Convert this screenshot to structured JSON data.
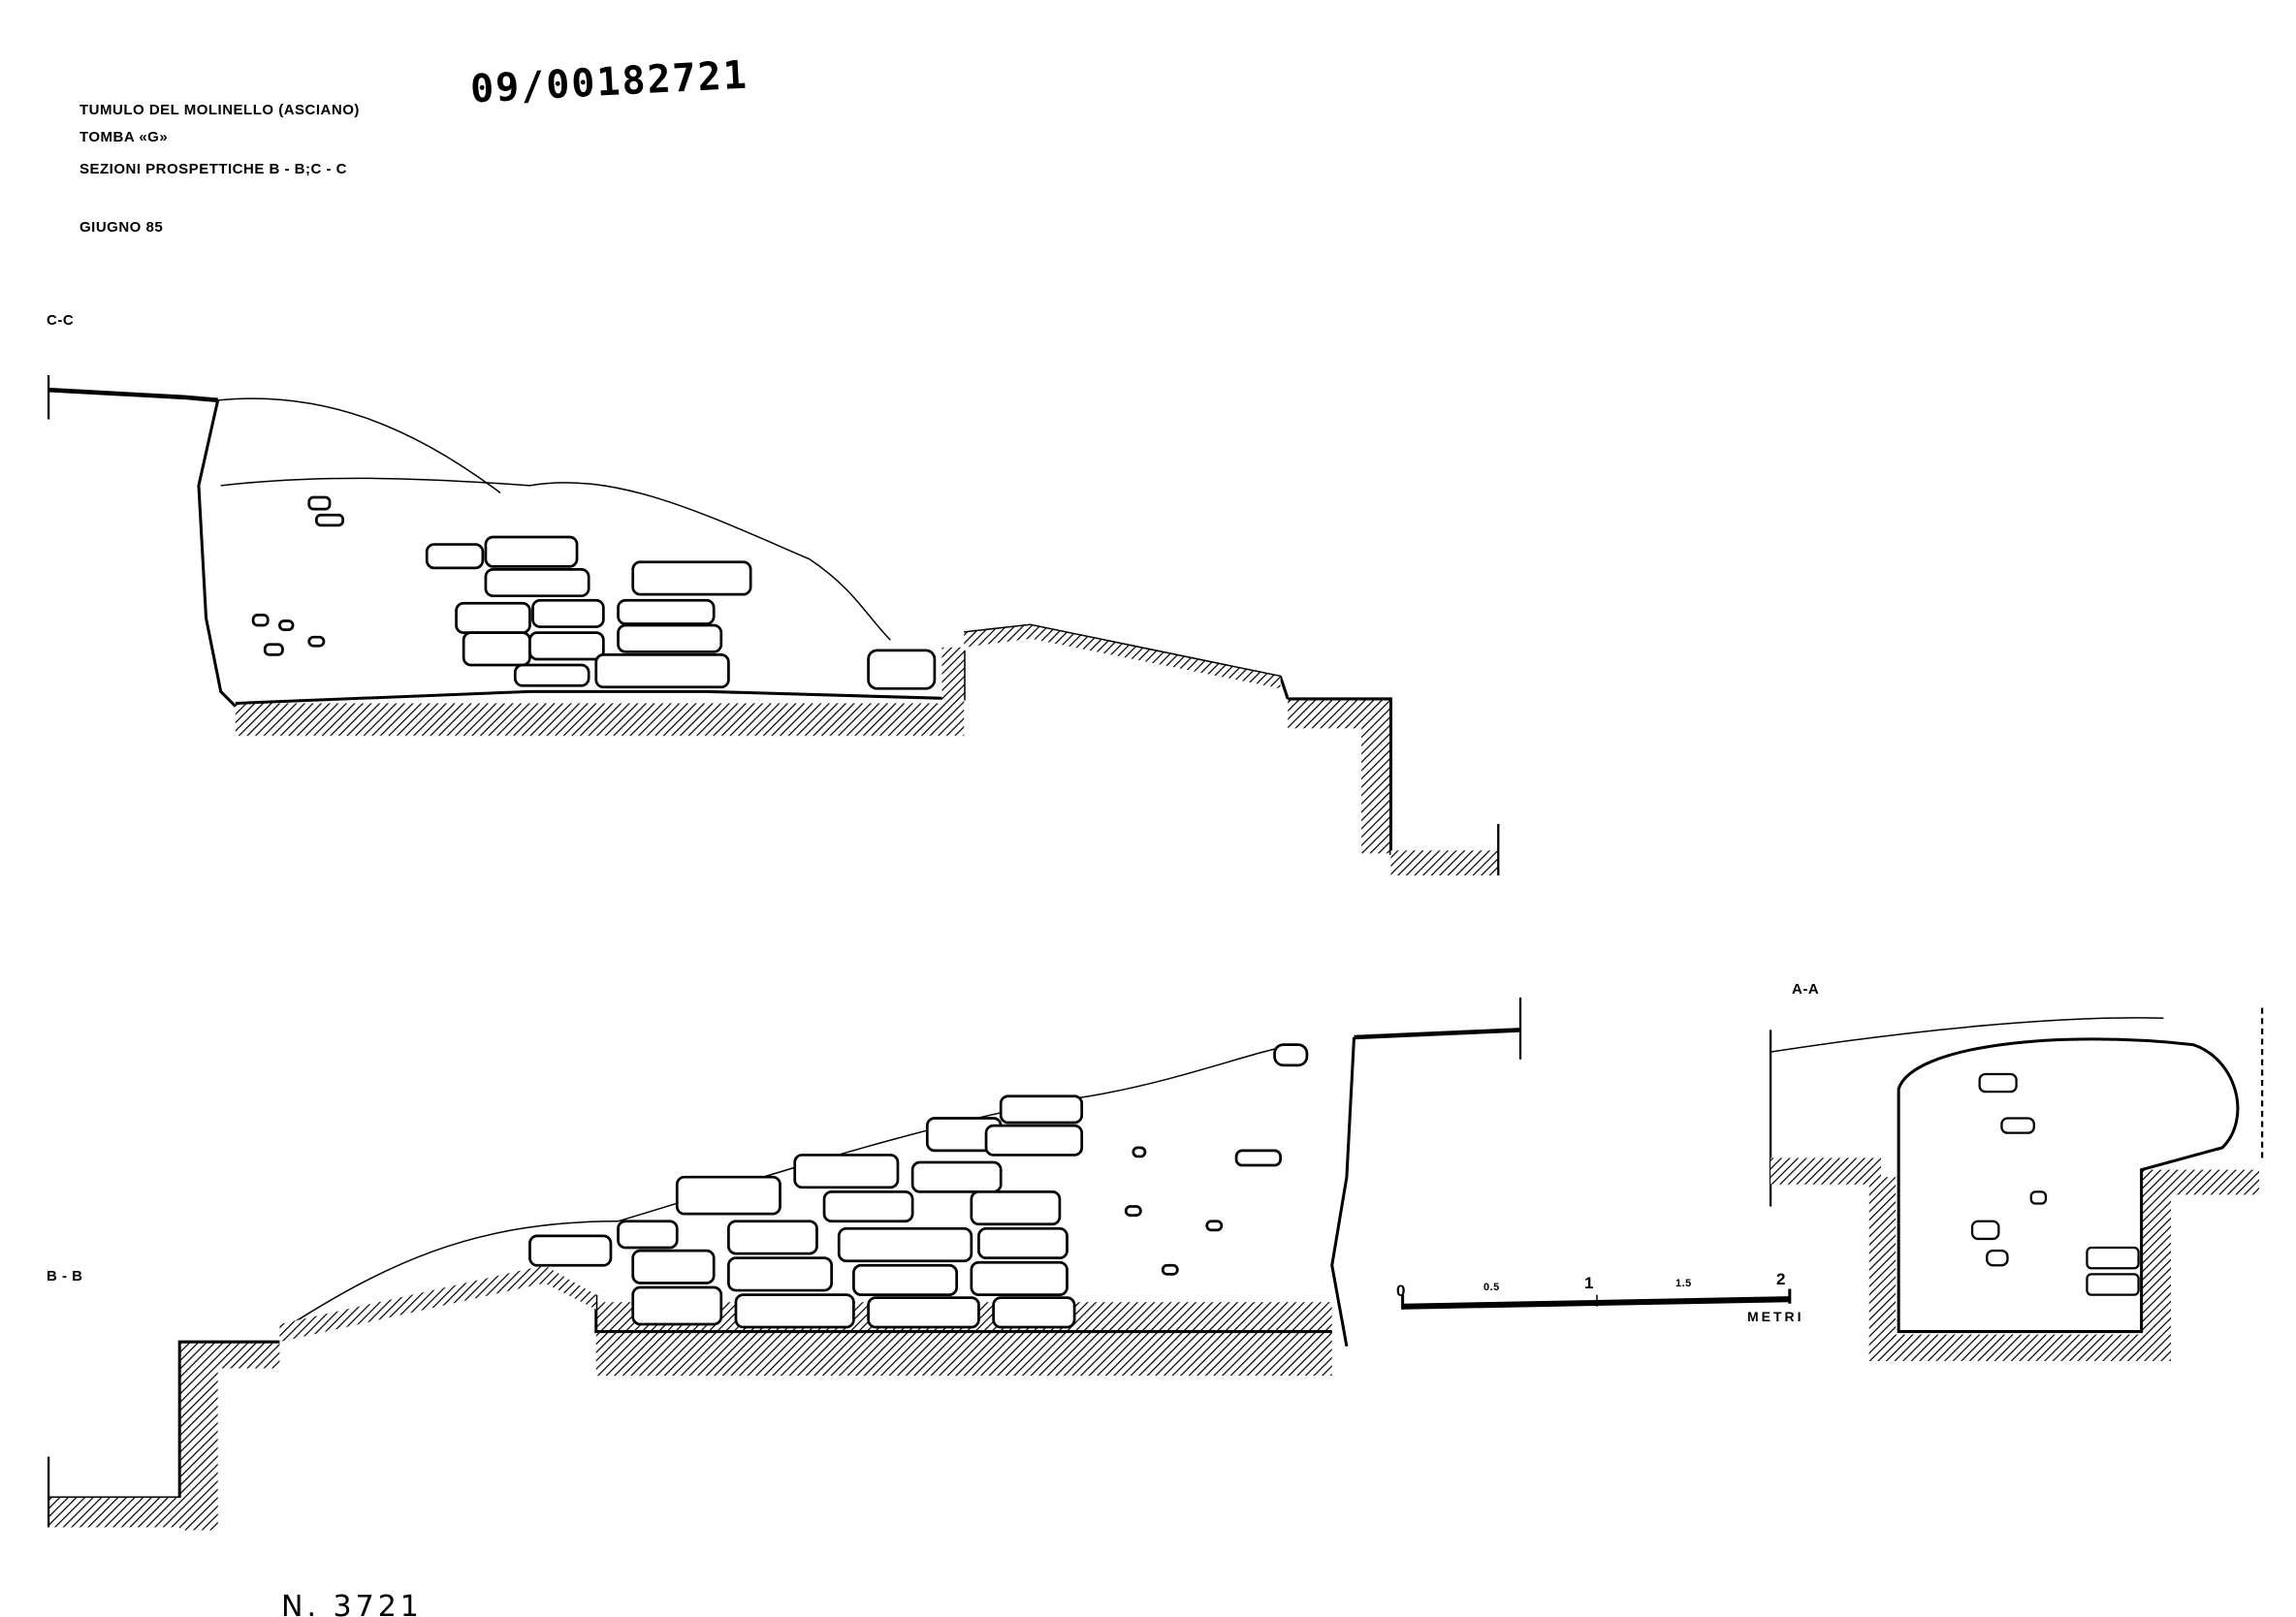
{
  "header": {
    "line1": "TUMULO DEL MOLINELLO (ASCIANO)",
    "line2": "TOMBA «G»",
    "line3": "SEZIONI  PROSPETTICHE B - B;C - C",
    "date": "GIUGNO  85"
  },
  "stamp": "09/00182721",
  "sections": {
    "cc": "C-C",
    "bb": "B - B",
    "aa": "A-A"
  },
  "scale": {
    "ticks": [
      "0",
      "0.5",
      "1",
      "1.5",
      "2"
    ],
    "unit": "METRI"
  },
  "inventory_number": "N. 3721"
}
